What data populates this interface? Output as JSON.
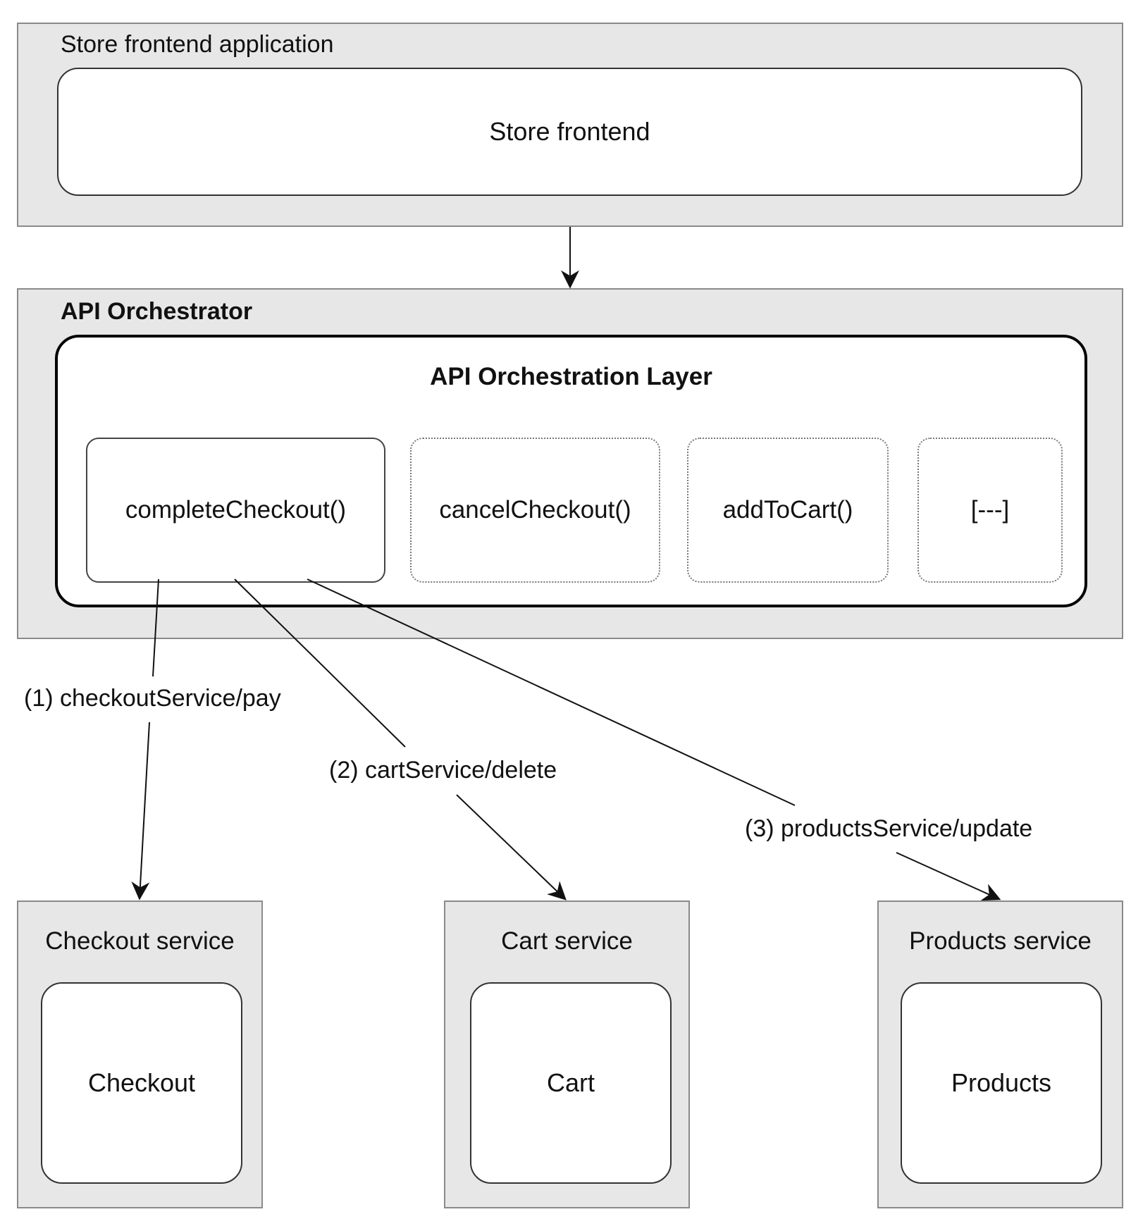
{
  "frontend": {
    "container_label": "Store frontend application",
    "box_label": "Store frontend"
  },
  "orchestrator": {
    "container_label": "API Orchestrator",
    "layer_label": "API Orchestration Layer",
    "functions": [
      {
        "label": "completeCheckout()",
        "style": "solid"
      },
      {
        "label": "cancelCheckout()",
        "style": "dotted"
      },
      {
        "label": "addToCart()",
        "style": "dotted"
      },
      {
        "label": "[---]",
        "style": "dotted"
      }
    ]
  },
  "calls": [
    {
      "label": "(1) checkoutService/pay"
    },
    {
      "label": "(2) cartService/delete"
    },
    {
      "label": "(3) productsService/update"
    }
  ],
  "services": [
    {
      "container_label": "Checkout service",
      "box_label": "Checkout"
    },
    {
      "container_label": "Cart service",
      "box_label": "Cart"
    },
    {
      "container_label": "Products service",
      "box_label": "Products"
    }
  ],
  "colors": {
    "container_fill": "#e7e7e7",
    "container_border": "#8a8a8a",
    "box_fill": "#ffffff",
    "line": "#111111"
  }
}
